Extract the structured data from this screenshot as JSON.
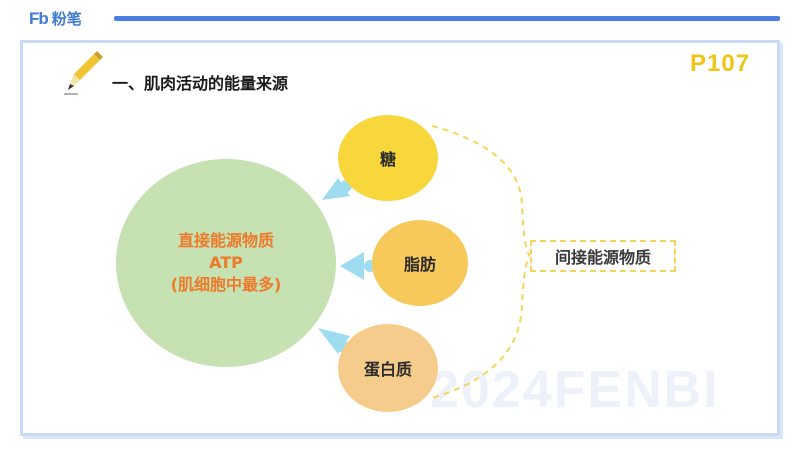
{
  "header": {
    "brand_logo": "Fb",
    "brand_name": "粉笔",
    "page_number": "P107",
    "accent_color": "#4a7fe0"
  },
  "slide": {
    "heading": "一、肌肉活动的能量来源",
    "watermark": "2024FENBI"
  },
  "diagram": {
    "center": {
      "line1": "直接能源物质",
      "line2": "ATP",
      "line3": "(肌细胞中最多)",
      "color": "#c6e1b2",
      "text_color": "#ec7a2a"
    },
    "sources": [
      {
        "label": "糖",
        "color": "#f8d73c"
      },
      {
        "label": "脂肪",
        "color": "#f7c85a"
      },
      {
        "label": "蛋白质",
        "color": "#f6cc8c"
      }
    ],
    "indirect_label": "间接能源物质",
    "arrow_color": "#9edcf0",
    "brace_color": "#f2d65a"
  }
}
